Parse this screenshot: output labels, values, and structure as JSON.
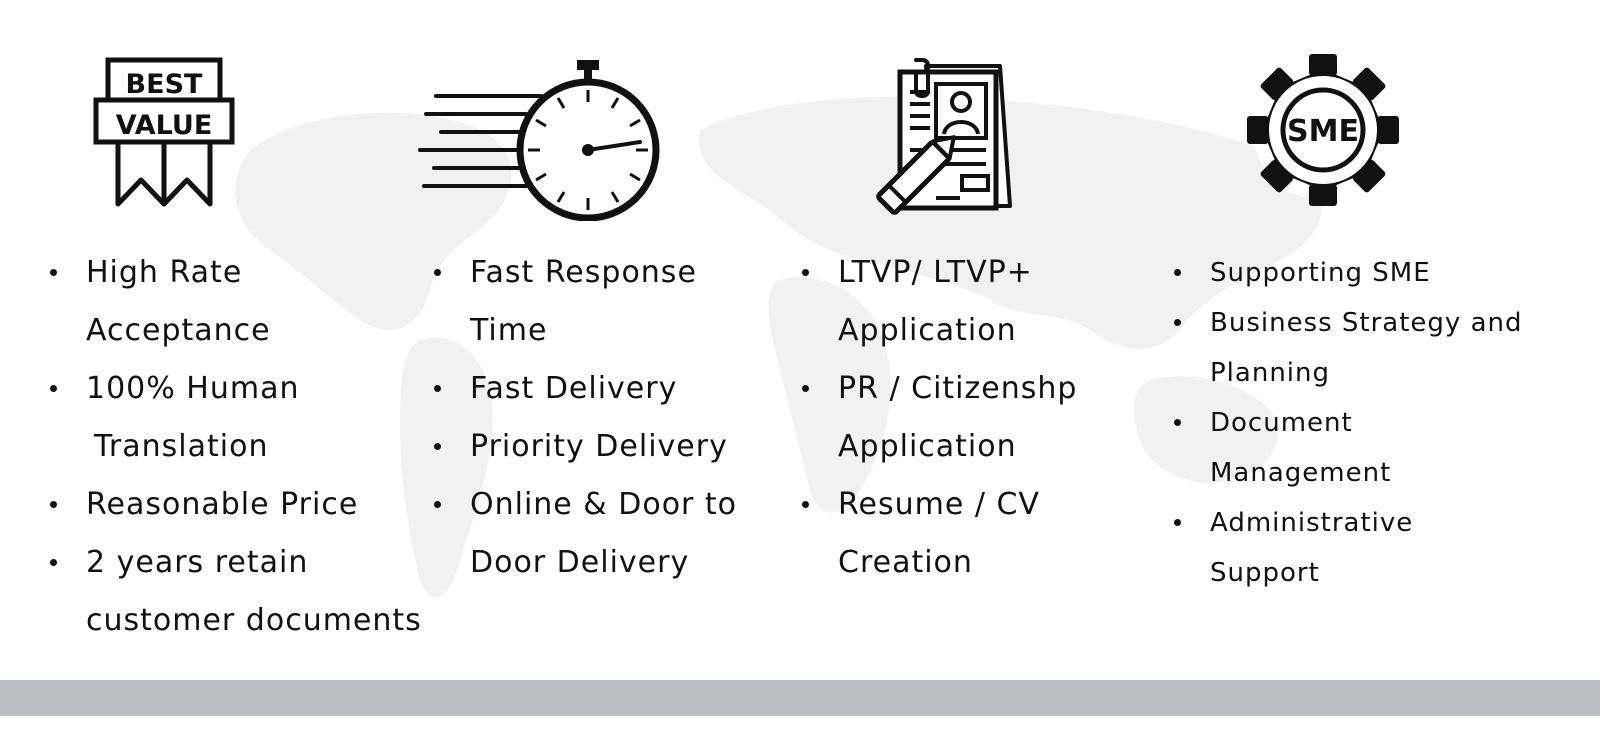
{
  "colors": {
    "background": "#ffffff",
    "text": "#111111",
    "map": "#f0f0f0",
    "footer_bar": "#bdbec1"
  },
  "columns": [
    {
      "icon": "best-value-ribbon-icon",
      "badge_top": "BEST",
      "badge_bottom": "VALUE",
      "items": [
        {
          "lines": [
            "High Rate",
            "Acceptance"
          ]
        },
        {
          "lines": [
            "100% Human",
            "Translation"
          ]
        },
        {
          "lines": [
            "Reasonable Price"
          ]
        },
        {
          "lines": [
            "2 years retain",
            "customer documents"
          ]
        }
      ]
    },
    {
      "icon": "stopwatch-icon",
      "items": [
        {
          "lines": [
            "Fast Response",
            "Time"
          ]
        },
        {
          "lines": [
            "Fast Delivery"
          ]
        },
        {
          "lines": [
            "Priority Delivery"
          ]
        },
        {
          "lines": [
            "Online & Door to",
            "Door Delivery"
          ]
        }
      ]
    },
    {
      "icon": "resume-document-icon",
      "items": [
        {
          "lines": [
            "LTVP/ LTVP+",
            "Application"
          ]
        },
        {
          "lines": [
            "PR / Citizenshp",
            "Application"
          ]
        },
        {
          "lines": [
            "Resume / CV",
            "Creation"
          ]
        }
      ]
    },
    {
      "icon": "sme-gear-icon",
      "gear_label": "SME",
      "items": [
        {
          "lines": [
            "Supporting SME"
          ]
        },
        {
          "lines": [
            "Business Strategy and",
            "Planning"
          ]
        },
        {
          "lines": [
            "Document",
            "Management"
          ]
        },
        {
          "lines": [
            "Administrative",
            "Support"
          ]
        }
      ]
    }
  ]
}
